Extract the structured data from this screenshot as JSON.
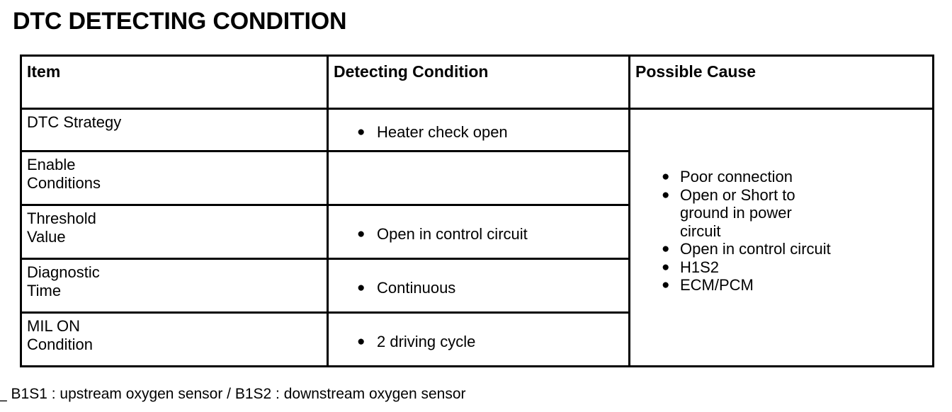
{
  "title": "DTC DETECTING CONDITION",
  "table": {
    "headers": [
      "Item",
      "Detecting Condition",
      "Possible Cause"
    ],
    "rows": [
      {
        "item": "DTC Strategy",
        "detecting": [
          "Heater check open"
        ]
      },
      {
        "item": "Enable\nConditions",
        "detecting": []
      },
      {
        "item": "Threshold\nValue",
        "detecting": [
          "Open in control circuit"
        ]
      },
      {
        "item": "Diagnostic\nTime",
        "detecting": [
          "Continuous"
        ]
      },
      {
        "item": "MIL ON\nCondition",
        "detecting": [
          "2 driving cycle"
        ]
      }
    ],
    "possible_cause": [
      "Poor connection",
      "Open or Short to\nground in power\ncircuit",
      "Open in control circuit",
      "H1S2",
      "ECM/PCM"
    ],
    "bullet_glyph": "●"
  },
  "footnote": "_ B1S1 : upstream oxygen sensor / B1S2 : downstream oxygen sensor",
  "colors": {
    "border": "#000000",
    "text": "#000000",
    "background": "#ffffff"
  }
}
